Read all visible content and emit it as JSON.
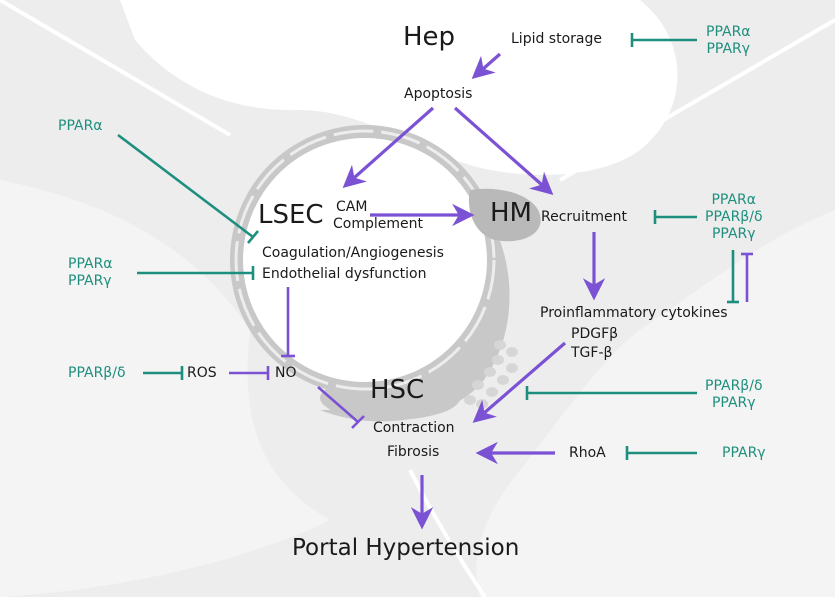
{
  "cells": {
    "hep": "Hep",
    "lsec": "LSEC",
    "hm": "HM",
    "hsc": "HSC"
  },
  "nodes": {
    "lipid_storage": "Lipid storage",
    "apoptosis": "Apoptosis",
    "cam": "CAM",
    "complement": "Complement",
    "coagulation": "Coagulation/Angiogenesis",
    "endothelial": "Endothelial dysfunction",
    "recruitment": "Recruitment",
    "proinflammatory": "Proinflammatory cytokines",
    "pdgf": "PDGFβ",
    "tgf": "TGF-β",
    "ros": "ROS",
    "no": "NO",
    "contraction": "Contraction",
    "fibrosis": "Fibrosis",
    "rhoa": "RhoA",
    "outcome": "Portal Hypertension"
  },
  "ppar_labels": {
    "lipid": [
      "PPARα",
      "PPARγ"
    ],
    "coagulation": [
      "PPARα"
    ],
    "endothelial": [
      "PPARα",
      "PPARγ"
    ],
    "recruitment": [
      "PPARα",
      "PPARβ/δ",
      "PPARγ"
    ],
    "ros": [
      "PPARβ/δ"
    ],
    "hsc": [
      "PPARβ/δ",
      "PPARγ"
    ],
    "rhoa": [
      "PPARγ"
    ]
  },
  "colors": {
    "activation_arrow": "#7b52d3",
    "inhibition": "#1e8f7e",
    "background": "#ededed",
    "cell_fill": "#ffffff",
    "cell_gray": "#c8c8c8",
    "text": "#1a1a1a"
  }
}
